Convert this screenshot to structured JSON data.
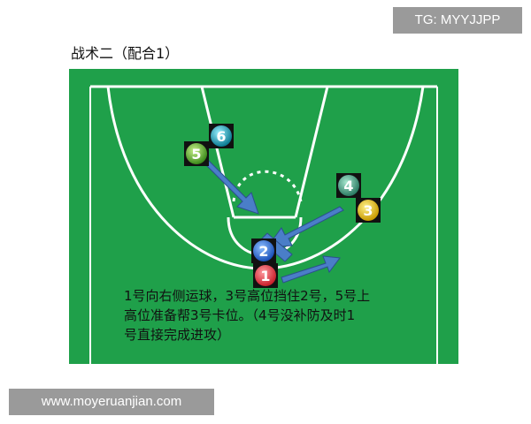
{
  "watermark_top": "TG: MYYJJPP",
  "heading": "战术二（配合1）",
  "players": {
    "p1": "1",
    "p2": "2",
    "p3": "3",
    "p4": "4",
    "p5": "5",
    "p6": "6"
  },
  "caption_lines": [
    "1号向右侧运球，3号高位挡住2号，5号上",
    "高位准备帮3号卡位。（4号没补防及时1",
    "号直接完成进攻）"
  ],
  "watermark_bottom": "www.moyeruanjian.com",
  "colors": {
    "court": "#1fa04a",
    "arrow": "#4a7ec8",
    "p1": "#e03a44",
    "p2": "#2a6fd6",
    "p3": "#e8c21a",
    "p4": "#4aa88a",
    "p5": "#6cc23a",
    "p6": "#1aa8c0"
  }
}
